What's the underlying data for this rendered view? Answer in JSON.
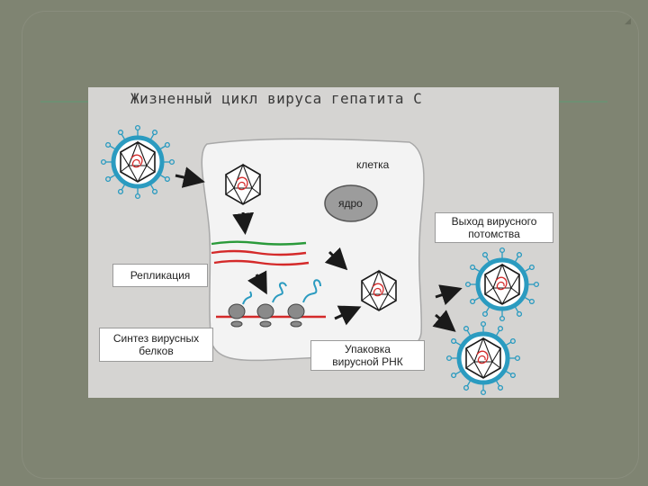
{
  "title": "Жизненный цикл вируса гепатита С",
  "labels": {
    "cell": "клетка",
    "nucleus": "ядро",
    "replication": "Репликация",
    "protein_synthesis_1": "Синтез вирусных",
    "protein_synthesis_2": "белков",
    "packaging_1": "Упаковка",
    "packaging_2": "вирусной РНК",
    "exit_1": "Выход вирусного",
    "exit_2": "потомства"
  },
  "colors": {
    "background": "#7f8472",
    "panel": "#d5d4d2",
    "cell": "#f3f3f3",
    "virus_outline": "#1a1a1a",
    "envelope": "#2b9bc0",
    "rna_green": "#2a9a3a",
    "rna_red": "#d42a2a",
    "ribosome": "#888888",
    "rule": "#6f8f73"
  }
}
